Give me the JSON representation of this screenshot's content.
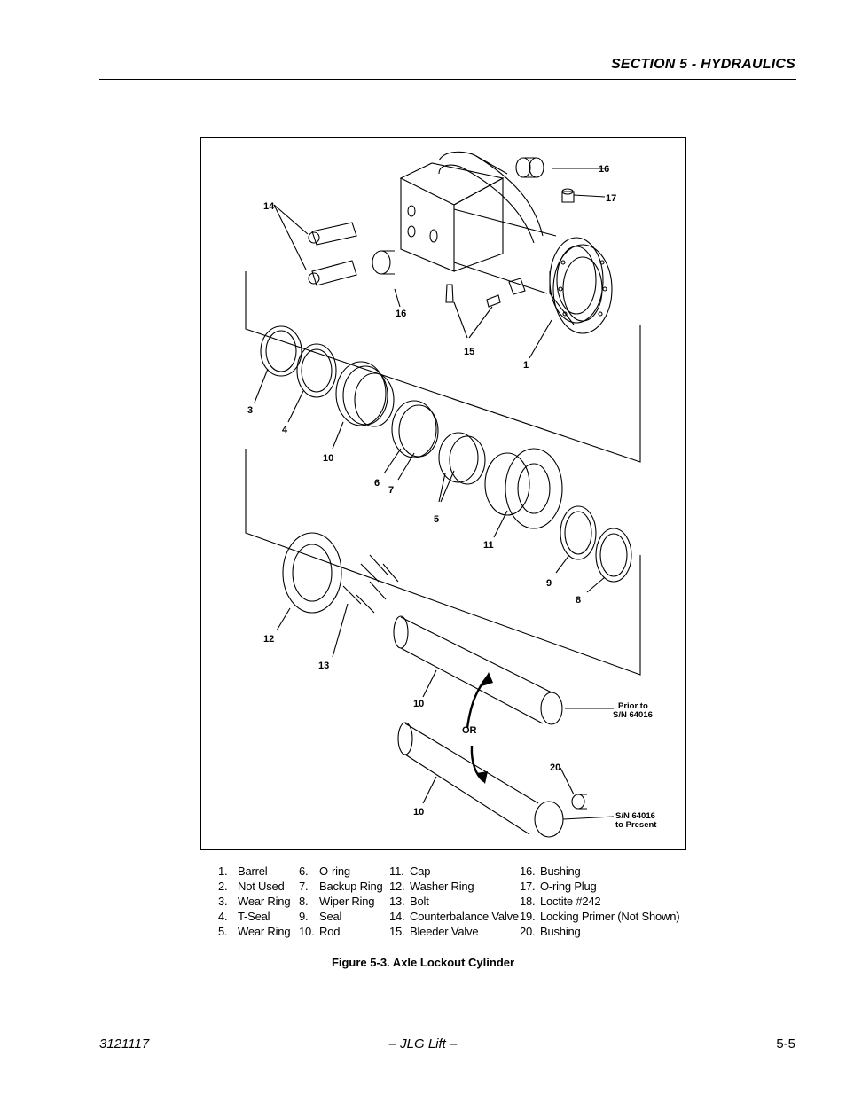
{
  "header": {
    "section_title": "SECTION 5 - HYDRAULICS"
  },
  "figure": {
    "callouts": {
      "c1": "1",
      "c3": "3",
      "c4": "4",
      "c5": "5",
      "c6": "6",
      "c7": "7",
      "c8": "8",
      "c9": "9",
      "c10a": "10",
      "c10b": "10",
      "c10c": "10",
      "c11": "11",
      "c12": "12",
      "c13": "13",
      "c14": "14",
      "c15": "15",
      "c16a": "16",
      "c16b": "16",
      "c17": "17",
      "c20": "20"
    },
    "or_label": "OR",
    "note_prior_line1": "Prior to",
    "note_prior_line2": "S/N 64016",
    "note_present_line1": "S/N 64016",
    "note_present_line2": "to Present",
    "caption": "Figure 5-3.  Axle Lockout Cylinder"
  },
  "legend": {
    "col1": [
      {
        "num": "1.",
        "label": "Barrel"
      },
      {
        "num": "2.",
        "label": "Not Used"
      },
      {
        "num": "3.",
        "label": "Wear Ring"
      },
      {
        "num": "4.",
        "label": "T-Seal"
      },
      {
        "num": "5.",
        "label": "Wear Ring"
      }
    ],
    "col2": [
      {
        "num": "6.",
        "label": "O-ring"
      },
      {
        "num": "7.",
        "label": "Backup Ring"
      },
      {
        "num": "8.",
        "label": "Wiper Ring"
      },
      {
        "num": "9.",
        "label": "Seal"
      },
      {
        "num": "10.",
        "label": "Rod"
      }
    ],
    "col3": [
      {
        "num": "11.",
        "label": "Cap"
      },
      {
        "num": "12.",
        "label": "Washer Ring"
      },
      {
        "num": "13.",
        "label": "Bolt"
      },
      {
        "num": "14.",
        "label": "Counterbalance Valve"
      },
      {
        "num": "15.",
        "label": "Bleeder Valve"
      }
    ],
    "col4": [
      {
        "num": "16.",
        "label": "Bushing"
      },
      {
        "num": "17.",
        "label": "O-ring Plug"
      },
      {
        "num": "18.",
        "label": "Loctite #242"
      },
      {
        "num": "19.",
        "label": "Locking Primer (Not Shown)"
      },
      {
        "num": "20.",
        "label": "Bushing"
      }
    ]
  },
  "footer": {
    "doc_number": "3121117",
    "company": "– JLG Lift –",
    "page": "5-5"
  }
}
